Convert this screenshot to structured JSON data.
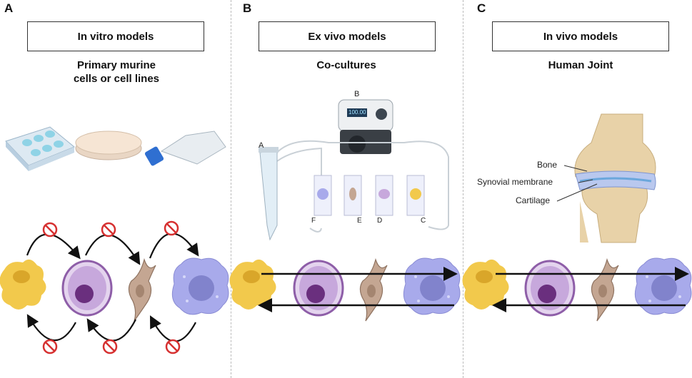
{
  "panels": [
    {
      "letter": "A",
      "header": "In vitro models",
      "subtitle_line1": "Primary murine",
      "subtitle_line2": "cells or cell lines"
    },
    {
      "letter": "B",
      "header": "Ex vivo models",
      "subtitle_line1": "Co-cultures",
      "subtitle_line2": ""
    },
    {
      "letter": "C",
      "header": "In vivo models",
      "subtitle_line1": "Human Joint",
      "subtitle_line2": ""
    }
  ],
  "bioreactor": {
    "pump_label": "B",
    "tube_label": "A",
    "chamber_labels": [
      "F",
      "E",
      "D",
      "C"
    ],
    "pump_display": "100.00"
  },
  "joint": {
    "labels": [
      "Bone",
      "Synovial membrane",
      "Cartilage"
    ]
  },
  "colors": {
    "yellow_cell": "#f2c94c",
    "purple_cell": "#8e5ea8",
    "fibroblast": "#b89a84",
    "blue_cell": "#9b9ee6",
    "blocked": "#d63030"
  }
}
